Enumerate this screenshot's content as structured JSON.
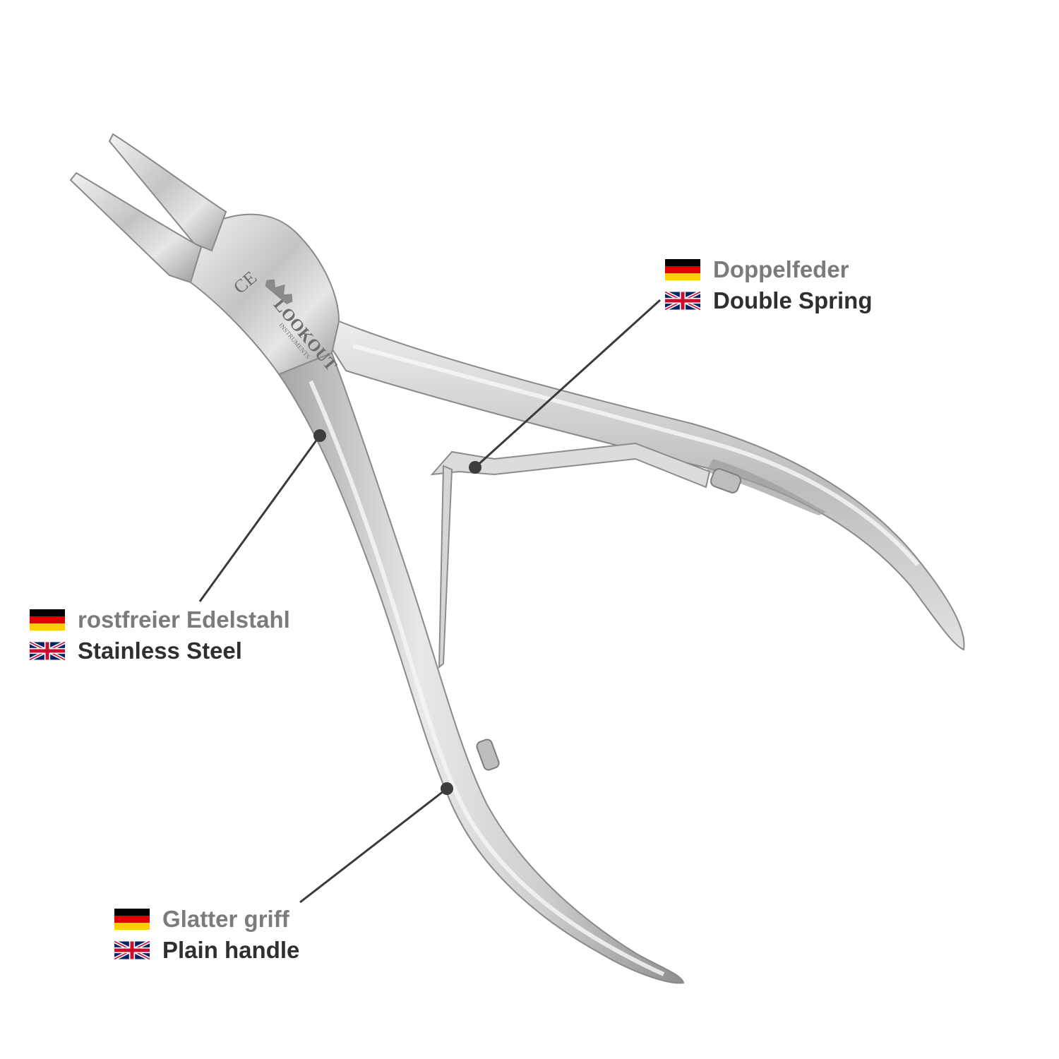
{
  "callouts": {
    "spring": {
      "de": "Doppelfeder",
      "en": "Double Spring"
    },
    "steel": {
      "de": "rostfreier Edelstahl",
      "en": "Stainless Steel"
    },
    "handle": {
      "de": "Glatter griff",
      "en": "Plain handle"
    }
  },
  "product": {
    "brand_engraving": "LOOKOUT",
    "brand_subline": "INSTRUMENTS",
    "ce_mark": "CE"
  },
  "colors": {
    "background": "#ffffff",
    "steel_light": "#e4e4e4",
    "steel_mid": "#b9b9b9",
    "steel_dark": "#8c8c8c",
    "leader_line": "#3a3a3a",
    "de_text": "#7b7b7b",
    "en_text": "#2f2f2f"
  },
  "icons": [
    "germany-flag-icon",
    "uk-flag-icon"
  ]
}
